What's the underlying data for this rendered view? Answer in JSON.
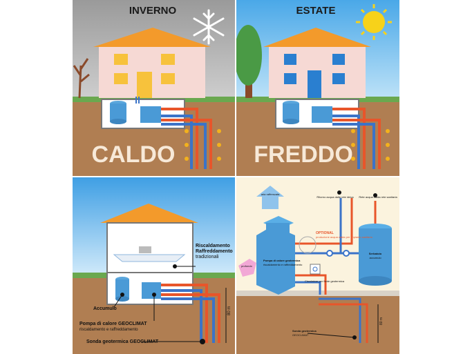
{
  "top_left": {
    "season": "INVERNO",
    "mode": "CALDO"
  },
  "top_right": {
    "season": "ESTATE",
    "mode": "FREDDO"
  },
  "bottom_left": {
    "traditional_heating": "Riscaldamento Raffreddamento tradizionali",
    "accumulo": "Accumulo",
    "heat_pump": "Pompa di calore GEOCLIMAT",
    "heat_pump_sub": "riscaldamento e raffreddamento",
    "probe": "Sonda geotermica GEOCLIMAT",
    "depth": "80 m"
  },
  "bottom_right": {
    "aria": "aria raffrescata",
    "ritorno": "Ritorno acqua dalla rete idrica",
    "rete": "Rete acqua calda rete sanitaria",
    "optional": "OPTIONAL",
    "optional_sub": "produzione acqua calda per impianto sanitario",
    "pompa": "Pompa di calore geotermica",
    "pompa_sub": "riscaldamento e raffreddamento",
    "serbatoio": "Serbatoio",
    "serbatoio_sub": "accumulo",
    "circolatore": "Circolatore per fonte geotermica",
    "profondo": "profondo",
    "sonda": "Sonda geotermica",
    "sonda_sub": "GEOCLIMAT",
    "depth": "80 m"
  },
  "colors": {
    "roof": "#f39a2b",
    "wall": "#f6d9d4",
    "ground": "#b07e52",
    "grass": "#6aa84f",
    "hot_pipe": "#e8552a",
    "cold_pipe": "#3b73c8",
    "tank": "#4a9ad6"
  }
}
